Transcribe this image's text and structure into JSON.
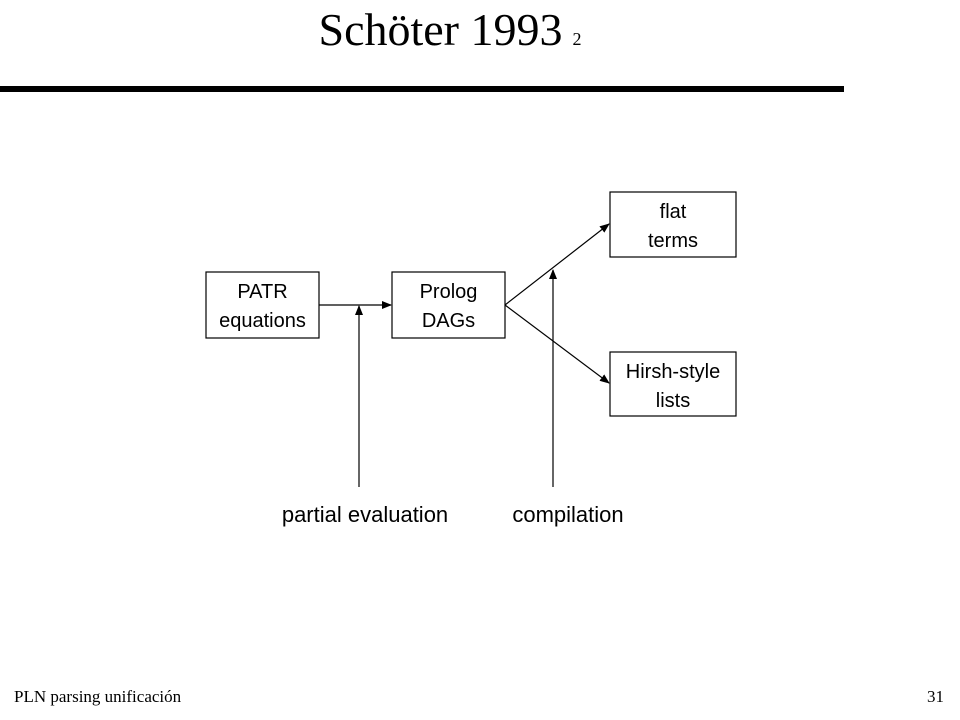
{
  "slide": {
    "title": "Schöter 1993",
    "title_number": "2",
    "footer_left": "PLN  parsing unificación",
    "page_number": "31"
  },
  "diagram": {
    "nodes": [
      {
        "id": "patr",
        "lines": [
          "PATR",
          "equations"
        ]
      },
      {
        "id": "prolog",
        "lines": [
          "Prolog",
          "DAGs"
        ]
      },
      {
        "id": "flat",
        "lines": [
          "flat",
          "terms"
        ]
      },
      {
        "id": "hirsh",
        "lines": [
          "Hirsh-style",
          "lists"
        ]
      }
    ],
    "labels": {
      "partial_evaluation": "partial evaluation",
      "compilation": "compilation"
    }
  }
}
